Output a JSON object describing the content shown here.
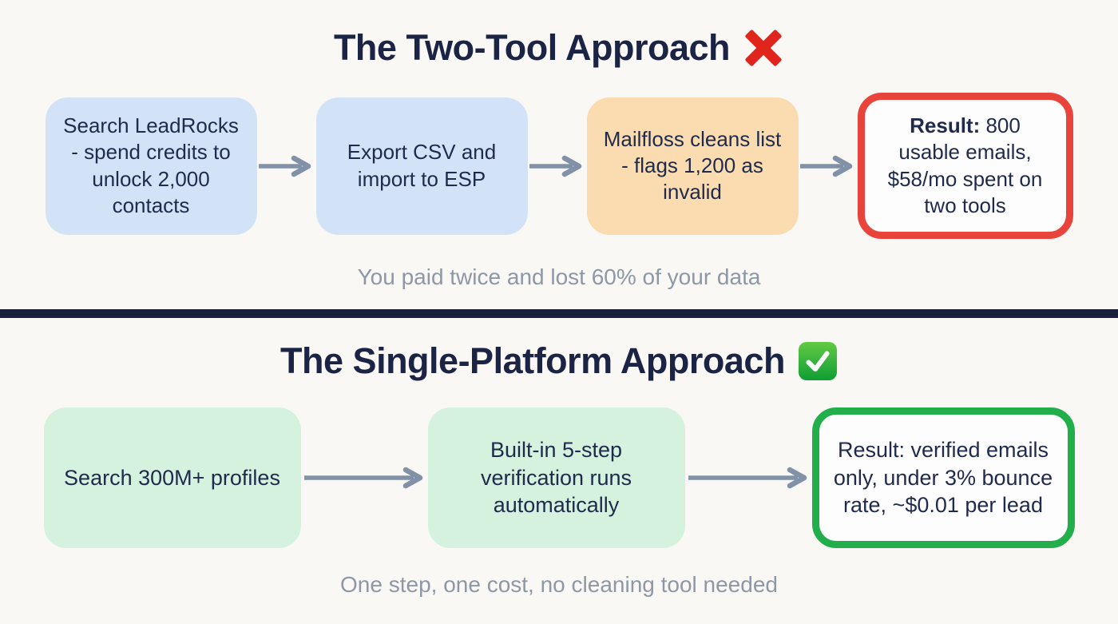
{
  "colors": {
    "background": "#faf8f4",
    "text_navy": "#1f2a4c",
    "title_navy": "#1b2444",
    "caption_gray": "#8d97a6",
    "blue_box": "#d2e3f8",
    "orange_box": "#fadcb0",
    "green_box": "#d5f2df",
    "result_red_border": "#e8443c",
    "result_green_border": "#22ae4a",
    "arrow_gray": "#8191a8",
    "divider_navy": "#18203d",
    "cross_icon_red": "#e0261c",
    "check_icon_green": "#1ca83c"
  },
  "top_section": {
    "title": "The Two-Tool Approach",
    "title_icon": "cross-mark",
    "steps": [
      {
        "text": "Search LeadRocks - spend credits to unlock 2,000 contacts",
        "color": "blue"
      },
      {
        "text": "Export CSV and import to ESP",
        "color": "blue"
      },
      {
        "text": "Mailfloss cleans list - flags 1,200 as invalid",
        "color": "orange"
      }
    ],
    "result": {
      "bold": "Result:",
      "rest": " 800 usable emails, $58/mo spent on two tools",
      "border": "red"
    },
    "caption": "You paid twice and lost 60% of your data"
  },
  "bottom_section": {
    "title": "The Single-Platform Approach",
    "title_icon": "check-mark",
    "steps": [
      {
        "text": "Search 300M+ profiles",
        "color": "green"
      },
      {
        "text": "Built-in 5-step verification runs automatically",
        "color": "green"
      }
    ],
    "result": {
      "text": "Result: verified emails only, under 3% bounce rate, ~$0.01 per lead",
      "border": "green"
    },
    "caption": "One step, one cost, no cleaning tool needed"
  }
}
